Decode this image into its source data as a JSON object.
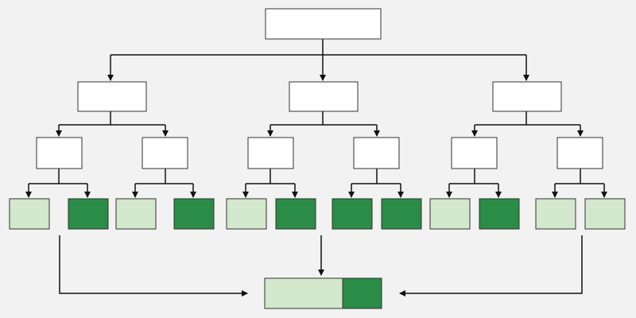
{
  "colors": {
    "background": "#f2f2f2",
    "box_fill": "#ffffff",
    "box_stroke": "#333333",
    "leaf_light": "#d3e8cc",
    "leaf_dark": "#2a8c47",
    "connector": "#111111"
  },
  "tree": {
    "root": {
      "label": ""
    },
    "level1": [
      {
        "label": ""
      },
      {
        "label": ""
      },
      {
        "label": ""
      }
    ],
    "level2": [
      {
        "label": ""
      },
      {
        "label": ""
      },
      {
        "label": ""
      },
      {
        "label": ""
      },
      {
        "label": ""
      },
      {
        "label": ""
      }
    ],
    "leaves": [
      {
        "shade": "light"
      },
      {
        "shade": "dark"
      },
      {
        "shade": "light"
      },
      {
        "shade": "dark"
      },
      {
        "shade": "light"
      },
      {
        "shade": "dark"
      },
      {
        "shade": "dark"
      },
      {
        "shade": "dark"
      },
      {
        "shade": "light"
      },
      {
        "shade": "dark"
      },
      {
        "shade": "light"
      },
      {
        "shade": "light"
      }
    ]
  },
  "result_bar": {
    "segments": [
      {
        "shade": "light",
        "fraction": 0.67
      },
      {
        "shade": "dark",
        "fraction": 0.33
      }
    ]
  }
}
